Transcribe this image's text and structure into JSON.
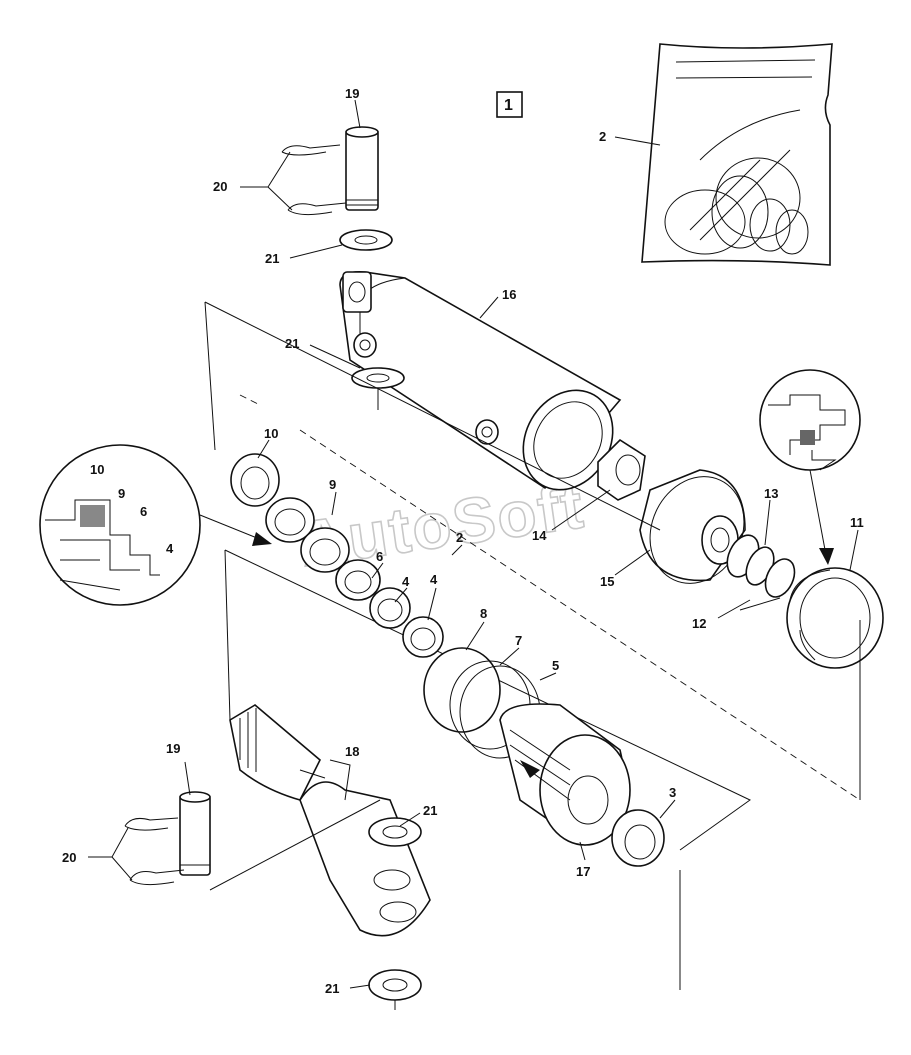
{
  "figure": {
    "box_label": "1",
    "watermark": "AutoSoft"
  },
  "callouts": [
    {
      "id": "c19a",
      "text": "19"
    },
    {
      "id": "c20a",
      "text": "20"
    },
    {
      "id": "c21a",
      "text": "21"
    },
    {
      "id": "c16",
      "text": "16"
    },
    {
      "id": "c21b",
      "text": "21"
    },
    {
      "id": "c2a",
      "text": "2"
    },
    {
      "id": "c10a",
      "text": "10"
    },
    {
      "id": "c10b",
      "text": "10"
    },
    {
      "id": "c9a",
      "text": "9"
    },
    {
      "id": "c6a",
      "text": "6"
    },
    {
      "id": "c4a",
      "text": "4"
    },
    {
      "id": "c9b",
      "text": "9"
    },
    {
      "id": "c6b",
      "text": "6"
    },
    {
      "id": "c4b",
      "text": "4"
    },
    {
      "id": "c4c",
      "text": "4"
    },
    {
      "id": "c2b",
      "text": "2"
    },
    {
      "id": "c14",
      "text": "14"
    },
    {
      "id": "c15",
      "text": "15"
    },
    {
      "id": "c13",
      "text": "13"
    },
    {
      "id": "c12",
      "text": "12"
    },
    {
      "id": "c11",
      "text": "11"
    },
    {
      "id": "c8",
      "text": "8"
    },
    {
      "id": "c7",
      "text": "7"
    },
    {
      "id": "c5",
      "text": "5"
    },
    {
      "id": "c18",
      "text": "18"
    },
    {
      "id": "c19b",
      "text": "19"
    },
    {
      "id": "c21c",
      "text": "21"
    },
    {
      "id": "c3",
      "text": "3"
    },
    {
      "id": "c17",
      "text": "17"
    },
    {
      "id": "c20b",
      "text": "20"
    },
    {
      "id": "c21d",
      "text": "21"
    }
  ]
}
